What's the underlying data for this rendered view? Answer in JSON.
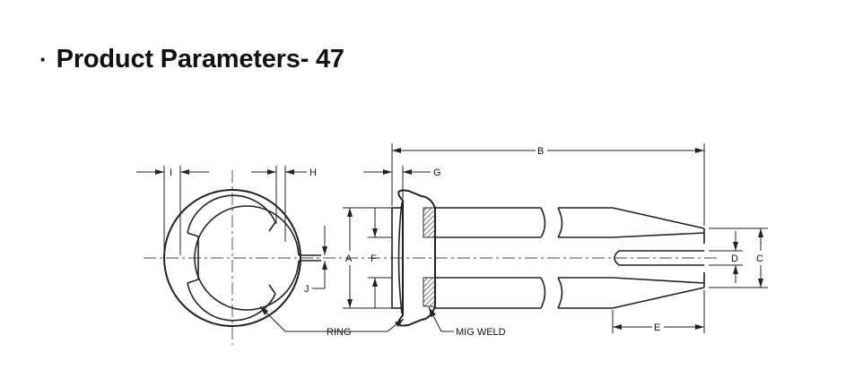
{
  "heading": {
    "bullet": "·",
    "title": "Product Parameters- 47"
  },
  "diagram": {
    "dimension_labels": {
      "a": "A",
      "b": "B",
      "c": "C",
      "d": "D",
      "e": "E",
      "f": "F",
      "g": "G",
      "h": "H",
      "i": "I",
      "j": "J"
    },
    "callouts": {
      "ring": "RING",
      "mig_weld": "MIG WELD"
    }
  }
}
